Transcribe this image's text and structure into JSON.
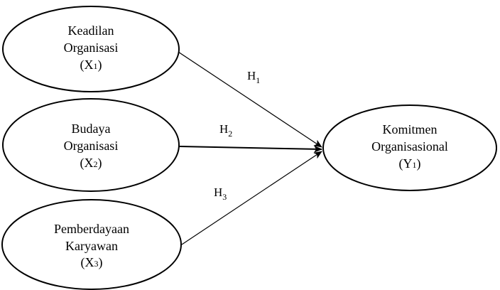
{
  "nodes": {
    "x1": {
      "line1": "Keadilan",
      "line2": "Organisasi",
      "var": "X",
      "sub": "1"
    },
    "x2": {
      "line1": "Budaya",
      "line2": "Organisasi",
      "var": "X",
      "sub": "2"
    },
    "x3": {
      "line1": "Pemberdayaan",
      "line2": "Karyawan",
      "var": "X",
      "sub": "3"
    },
    "y1": {
      "line1": "Komitmen",
      "line2": "Organisasional",
      "var": "Y",
      "sub": "1"
    }
  },
  "edges": {
    "h1": {
      "letter": "H",
      "sub": "1"
    },
    "h2": {
      "letter": "H",
      "sub": "2"
    },
    "h3": {
      "letter": "H",
      "sub": "3"
    }
  }
}
